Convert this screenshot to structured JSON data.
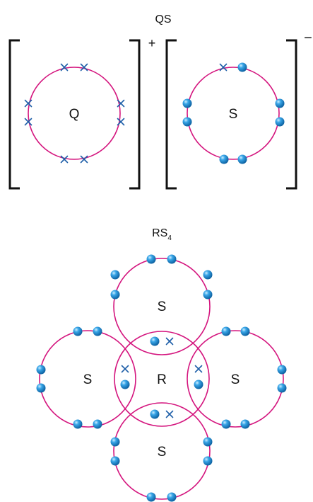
{
  "top": {
    "formula": "QS",
    "left_charge": "+",
    "right_charge": "−",
    "left_atom": "Q",
    "right_atom": "S"
  },
  "bottom": {
    "formula_main": "RS",
    "formula_sub": "4",
    "center_atom": "R",
    "top_atom": "S",
    "left_atom": "S",
    "right_atom": "S",
    "bottom_atom": "S"
  },
  "colors": {
    "shell": "#d4157e",
    "electron_dot": "#1a86d0",
    "electron_cross": "#1f5fa8",
    "bracket": "#111111"
  },
  "icons": {
    "dot_electron": "blue-sphere",
    "cross_electron": "blue-x"
  }
}
